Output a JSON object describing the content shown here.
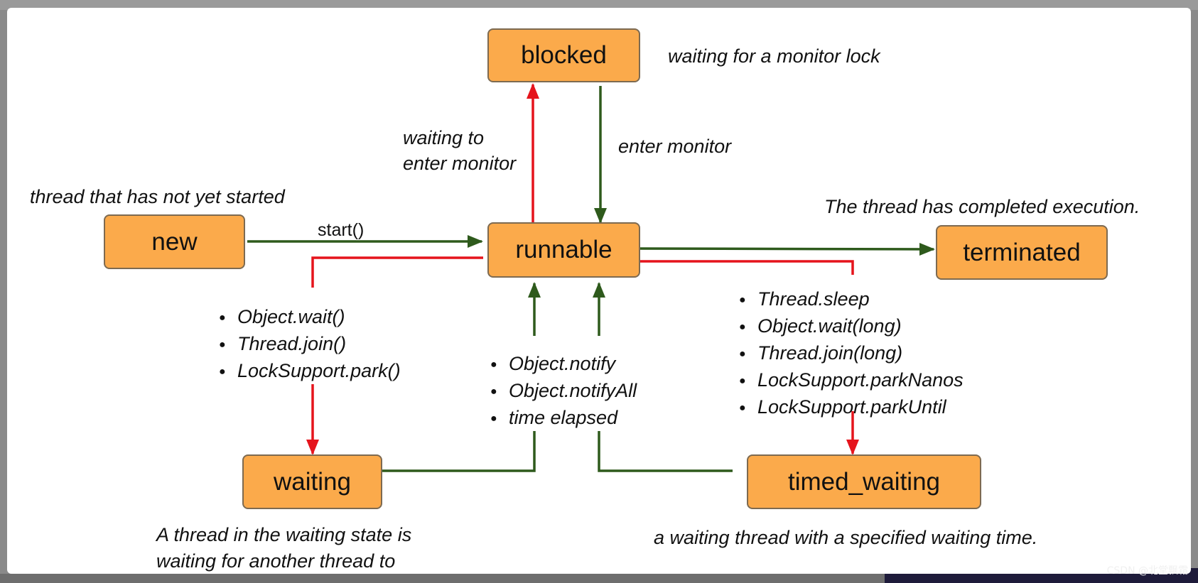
{
  "states": {
    "blocked": "blocked",
    "new": "new",
    "runnable": "runnable",
    "terminated": "terminated",
    "waiting": "waiting",
    "timed_waiting": "timed_waiting"
  },
  "descriptions": {
    "blocked": "waiting for a monitor lock",
    "new": "thread that has not yet started",
    "terminated": "The thread has completed execution.",
    "waiting_line1": "A thread in the waiting state is",
    "waiting_line2": "waiting for another thread to",
    "timed_waiting": "a waiting thread with a specified waiting time."
  },
  "transitions": {
    "start": "start()",
    "to_blocked_line1": "waiting to",
    "to_blocked_line2": "enter monitor",
    "enter_monitor": "enter monitor"
  },
  "waiting_methods": [
    "Object.wait()",
    "Thread.join()",
    "LockSupport.park()"
  ],
  "notify_methods": [
    "Object.notify",
    "Object.notifyAll",
    "time elapsed"
  ],
  "timed_methods": [
    "Thread.sleep",
    "Object.wait(long)",
    "Thread.join(long)",
    "LockSupport.parkNanos",
    "LockSupport.parkUntil"
  ],
  "watermark": "CSDN @北堂飘霜",
  "colors": {
    "state_fill": "#fbaa4b",
    "green_arrow": "#2e5a1c",
    "red_arrow": "#e5141c"
  }
}
